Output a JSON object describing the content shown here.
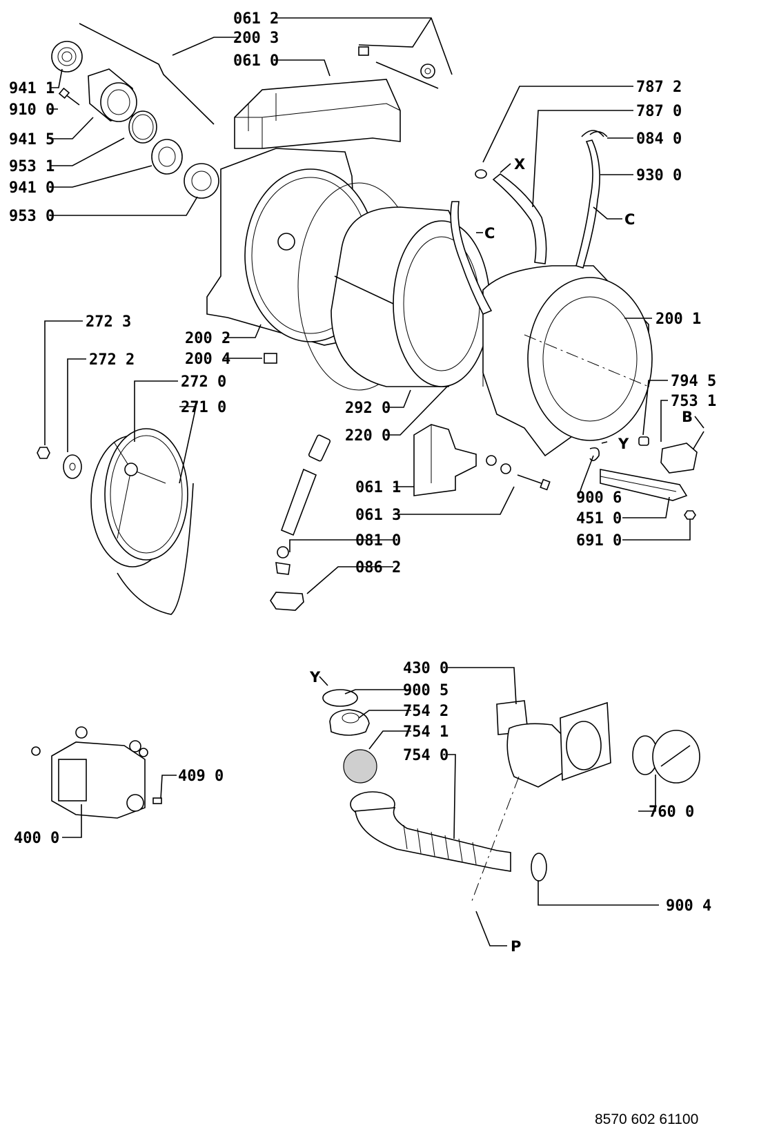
{
  "labels": {
    "l0612": "061 2",
    "l2003": "200 3",
    "l0610": "061 0",
    "l9411": "941 1",
    "l9100": "910 0",
    "l9415": "941 5",
    "l9531": "953 1",
    "l9410": "941 0",
    "l9530": "953 0",
    "l7872": "787 2",
    "l7870": "787 0",
    "l0840": "084 0",
    "lX": "X",
    "l9300": "930 0",
    "lC1": "C",
    "lC2": "C",
    "l2001": "200 1",
    "l2723": "272 3",
    "l2722": "272 2",
    "l2720": "272 0",
    "l2710": "271 0",
    "l2002": "200 2",
    "l2004": "200 4",
    "l2920": "292 0",
    "l2200": "220 0",
    "l7945": "794 5",
    "l7531": "753 1",
    "lB": "B",
    "lY1": "Y",
    "l0611": "061 1",
    "l0613": "061 3",
    "l0810": "081 0",
    "l0862": "086 2",
    "l9006": "900 6",
    "l4510": "451 0",
    "l6910": "691 0",
    "l4300": "430 0",
    "lY2": "Y",
    "l9005": "900 5",
    "l7542": "754 2",
    "l7541": "754 1",
    "l7540": "754 0",
    "l4090": "409 0",
    "l4000": "400 0",
    "l7600": "760 0",
    "l9004": "900 4",
    "lP": "P"
  },
  "document_number": "8570 602 61100"
}
